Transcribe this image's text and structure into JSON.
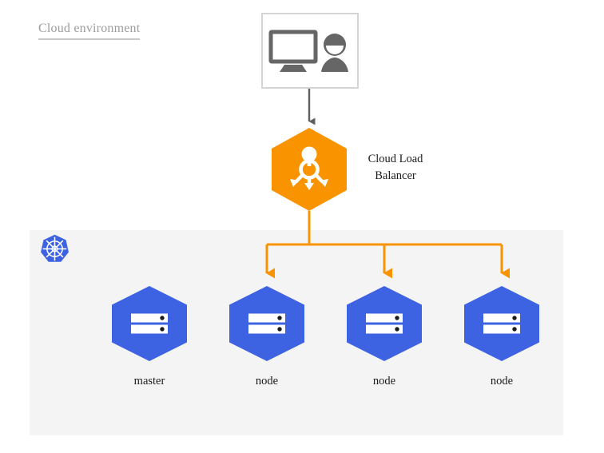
{
  "diagram": {
    "title": "Cloud environment",
    "background_color": "#ffffff",
    "cluster_panel_color": "#f4f4f5",
    "accent_orange": "#f99300",
    "accent_blue": "#3d63e3",
    "icon_gray": "#666666",
    "title_color": "#9d9d9d"
  },
  "client": {
    "icon_name": "desktop-user-icon",
    "border_color": "#d4d4d4"
  },
  "load_balancer": {
    "label_line1": "Cloud Load",
    "label_line2": "Balancer",
    "icon_name": "load-balancer-icon",
    "color": "#f99300"
  },
  "cluster": {
    "logo_name": "kubernetes-logo",
    "nodes": [
      {
        "label": "master",
        "icon_name": "server-icon",
        "has_inbound_arrow": false
      },
      {
        "label": "node",
        "icon_name": "server-icon",
        "has_inbound_arrow": true
      },
      {
        "label": "node",
        "icon_name": "server-icon",
        "has_inbound_arrow": true
      },
      {
        "label": "node",
        "icon_name": "server-icon",
        "has_inbound_arrow": true
      }
    ]
  },
  "connectors": {
    "client_to_lb_color": "#5f5f5f",
    "lb_to_nodes_color": "#f99300"
  }
}
